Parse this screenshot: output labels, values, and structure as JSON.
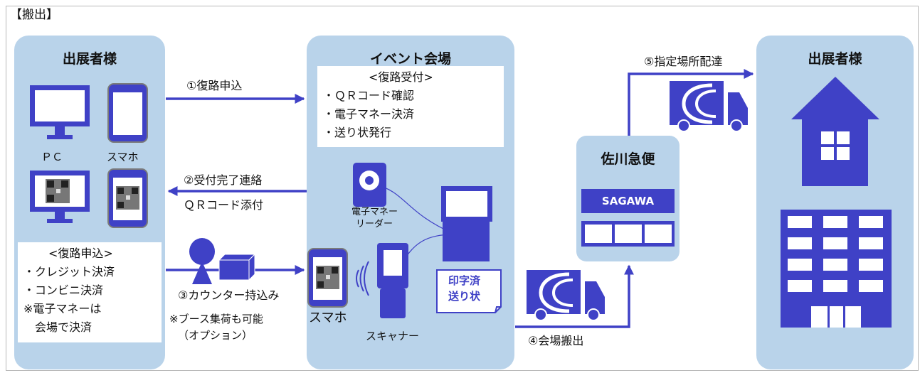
{
  "header": {
    "section_label": "【搬出】"
  },
  "left_panel": {
    "title": "出展者様",
    "pc_label": "ＰＣ",
    "phone_label": "スマホ",
    "application_box": {
      "heading": "<復路申込>",
      "lines": [
        "・クレジット決済",
        "・コンビニ決済",
        "※電子マネーは",
        "　会場で決済"
      ]
    }
  },
  "venue_panel": {
    "title": "イベント会場",
    "reception_box": {
      "heading": "<復路受付>",
      "lines": [
        "・ＱＲコード確認",
        "・電子マネー決済",
        "・送り状発行"
      ]
    },
    "reader_label_line1": "電子マネー",
    "reader_label_line2": "リーダー",
    "phone_label": "スマホ",
    "scanner_label": "スキャナー",
    "label_note_line1": "印字済",
    "label_note_line2": "送り状"
  },
  "sagawa_panel": {
    "title": "佐川急便",
    "sign_text": "SAGAWA"
  },
  "right_panel": {
    "title": "出展者様"
  },
  "steps": {
    "step1": "①復路申込",
    "step2_line1": "②受付完了連絡",
    "step2_line2": "ＱＲコード添付",
    "step3": "③カウンター持込み",
    "step3_note_line1": "※ブース集荷も可能",
    "step3_note_line2": "（オプション）",
    "step4": "④会場搬出",
    "step5": "⑤指定場所配達"
  },
  "colors": {
    "panel_bg": "#b9d3ea",
    "icon_blue": "#3f41c6",
    "arrow_blue": "#3f41c6",
    "frame": "#b9b9b9"
  }
}
